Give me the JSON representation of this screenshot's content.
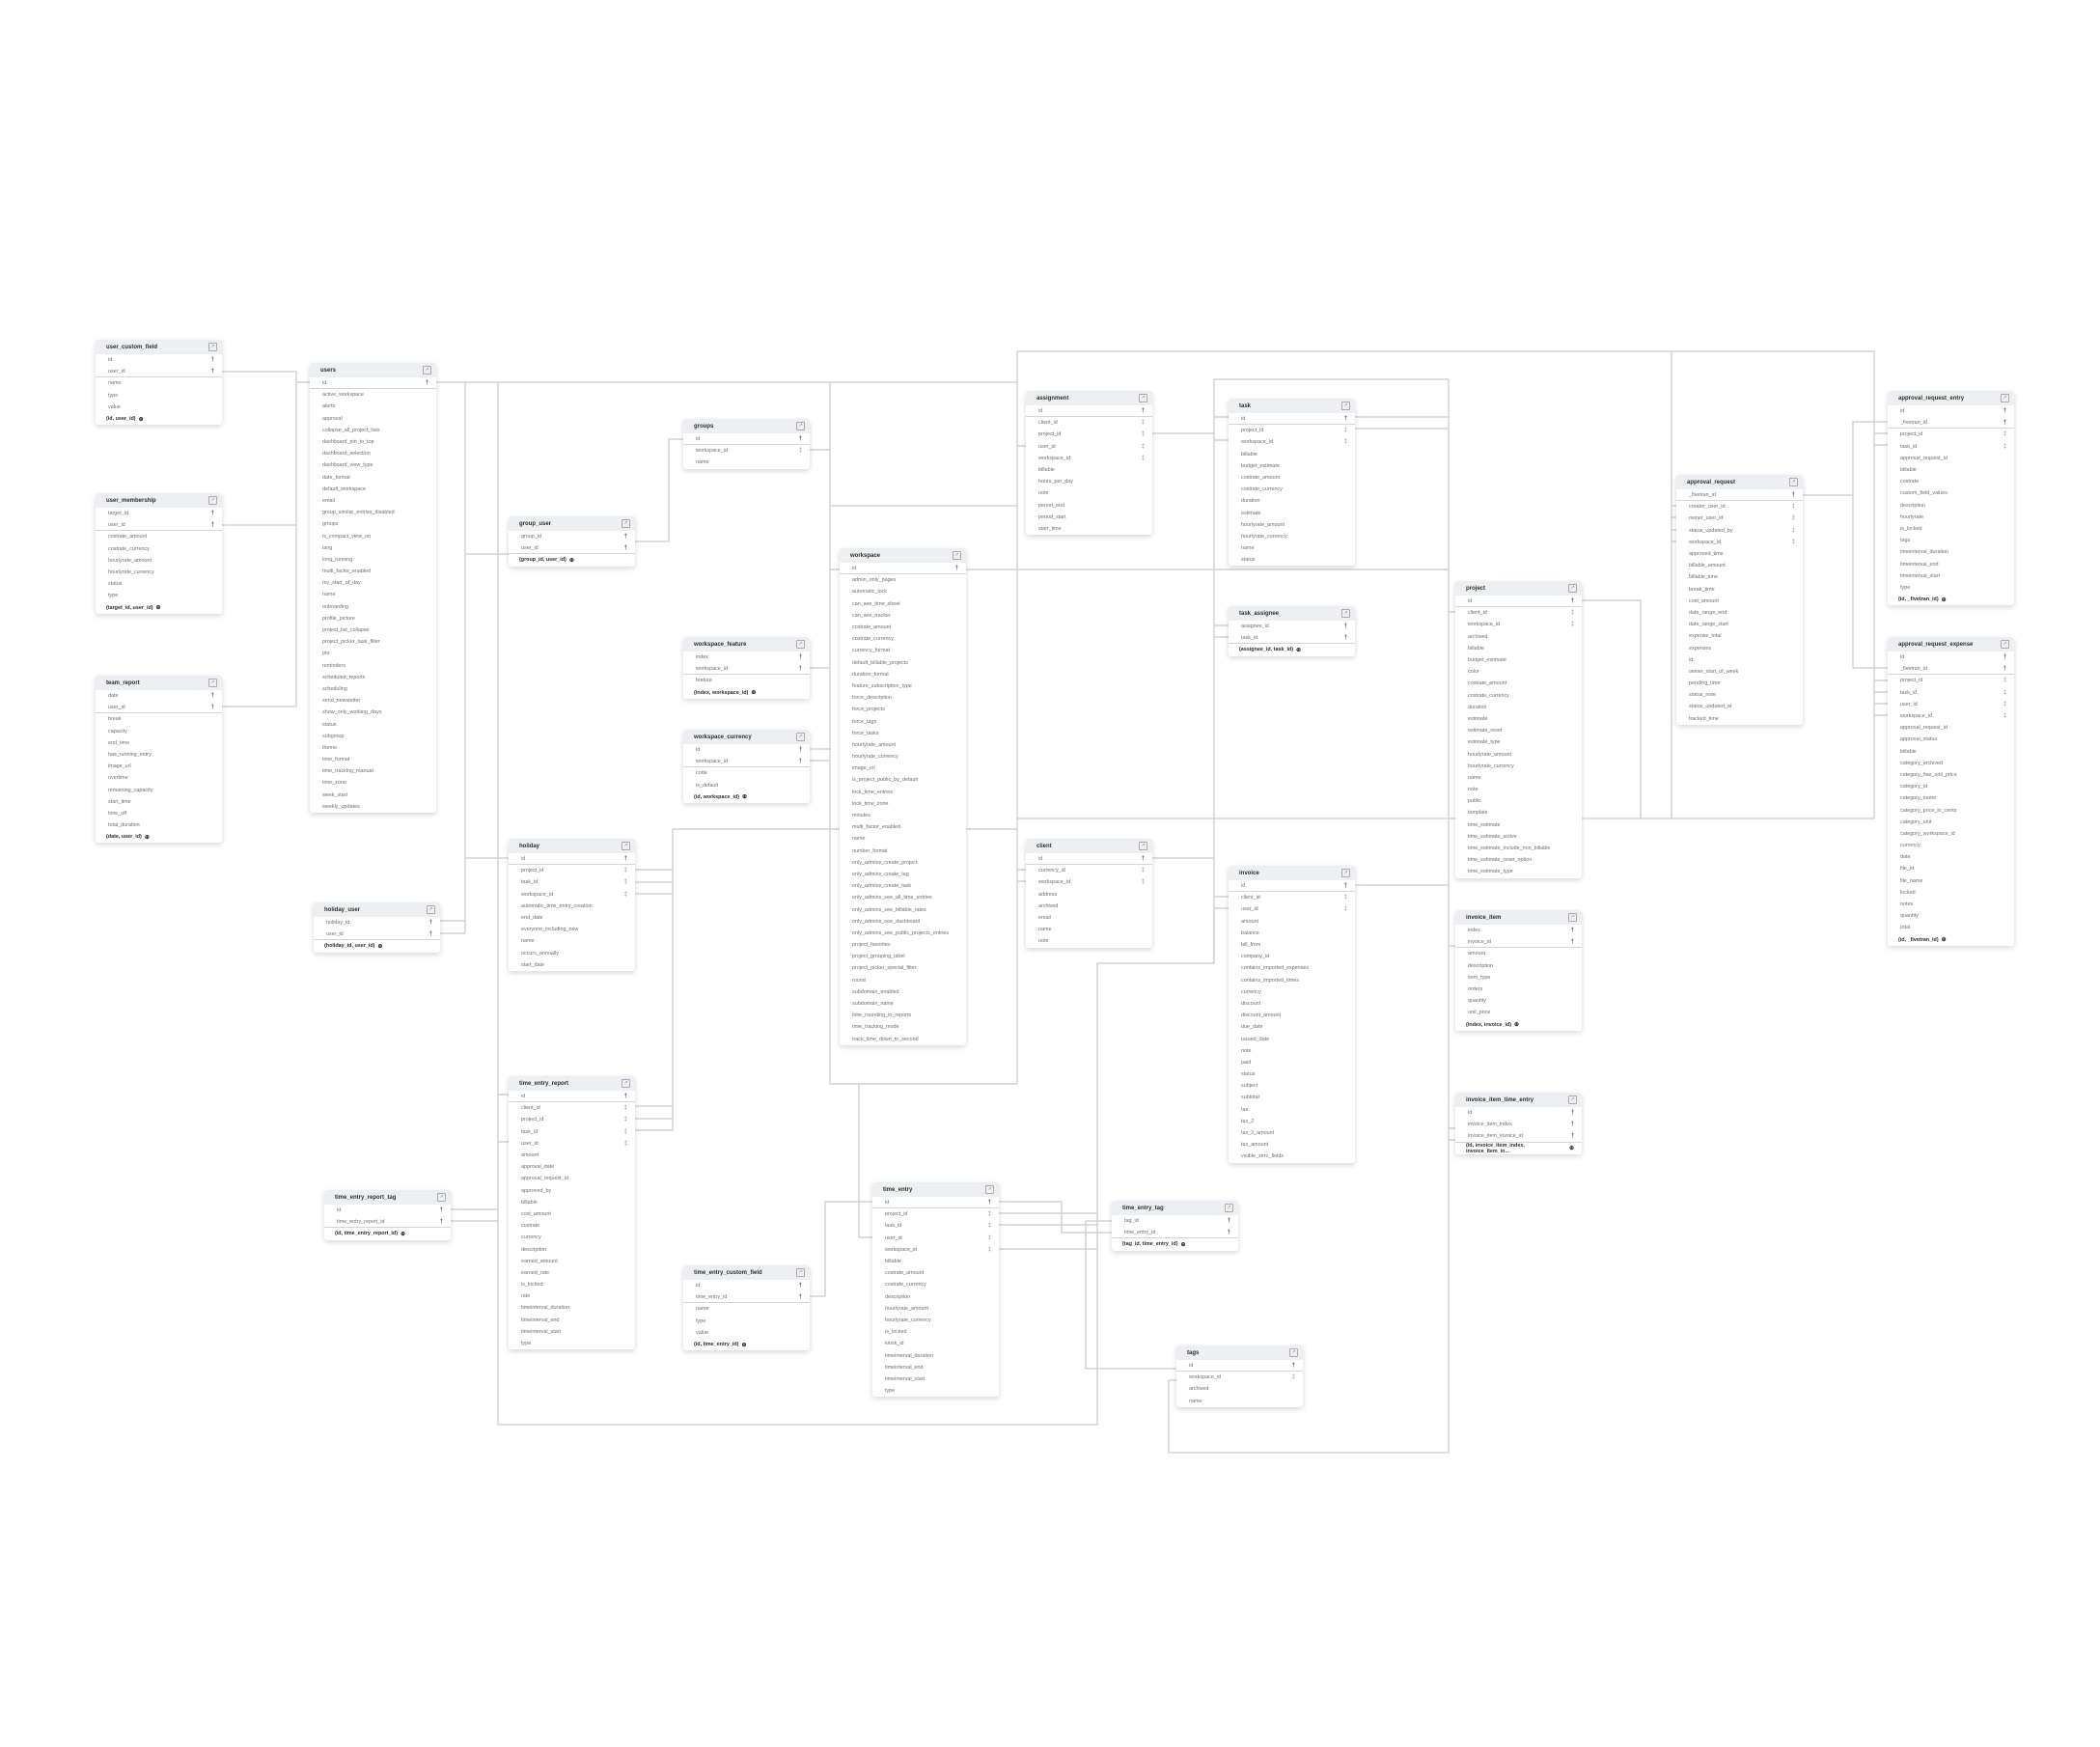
{
  "diagram": {
    "title": "Entity relationship diagram"
  },
  "colors": {
    "header_bg": "#eeeff2",
    "line": "#c9cbd0",
    "text": "#6b6e76"
  },
  "tables": {
    "user_custom_field": {
      "title": "user_custom_field",
      "pk": [
        "id",
        "user_id"
      ],
      "fk": [],
      "cols": [
        "name",
        "type",
        "value"
      ],
      "index": "(id, user_id)"
    },
    "users": {
      "title": "users",
      "pk": [
        "id"
      ],
      "fk": [],
      "cols": [
        "active_workspace",
        "alerts",
        "approval",
        "collapse_all_project_lists",
        "dashboard_pin_to_top",
        "dashboard_selection",
        "dashboard_view_type",
        "date_format",
        "default_workspace",
        "email",
        "group_similar_entries_disabled",
        "groups",
        "is_compact_view_on",
        "lang",
        "long_running",
        "multi_factor_enabled",
        "my_start_of_day",
        "name",
        "onboarding",
        "profile_picture",
        "project_list_collapse",
        "project_picker_task_filter",
        "pto",
        "reminders",
        "scheduled_reports",
        "scheduling",
        "send_newsletter",
        "show_only_working_days",
        "status",
        "subgroup",
        "theme",
        "time_format",
        "time_tracking_manual",
        "time_zone",
        "week_start",
        "weekly_updates"
      ],
      "index": null
    },
    "user_membership": {
      "title": "user_membership",
      "pk": [
        "target_id",
        "user_id"
      ],
      "fk": [],
      "cols": [
        "costrate_amount",
        "costrate_currency",
        "hourlyrate_amount",
        "hourlyrate_currency",
        "status",
        "type"
      ],
      "index": "(target_id, user_id)"
    },
    "team_report": {
      "title": "team_report",
      "pk": [
        "date",
        "user_id"
      ],
      "fk": [],
      "cols": [
        "break",
        "capacity",
        "end_time",
        "has_running_entry",
        "image_url",
        "overtime",
        "remaining_capacity",
        "start_time",
        "time_off",
        "total_duration"
      ],
      "index": "(date, user_id)"
    },
    "holiday_user": {
      "title": "holiday_user",
      "pk": [
        "holiday_id",
        "user_id"
      ],
      "fk": [],
      "cols": [],
      "index": "(holiday_id, user_id)"
    },
    "time_entry_report_tag": {
      "title": "time_entry_report_tag",
      "pk": [
        "id",
        "time_entry_report_id"
      ],
      "fk": [],
      "cols": [],
      "index": "(id, time_entry_report_id)"
    },
    "group_user": {
      "title": "group_user",
      "pk": [
        "group_id",
        "user_id"
      ],
      "fk": [],
      "cols": [],
      "index": "(group_id, user_id)"
    },
    "groups": {
      "title": "groups",
      "pk": [
        "id"
      ],
      "fk": [
        "workspace_id"
      ],
      "cols": [
        "name"
      ],
      "index": null
    },
    "workspace_feature": {
      "title": "workspace_feature",
      "pk": [
        "index",
        "workspace_id"
      ],
      "fk": [],
      "cols": [
        "feature"
      ],
      "index": "(index, workspace_id)"
    },
    "workspace_currency": {
      "title": "workspace_currency",
      "pk": [
        "id",
        "workspace_id"
      ],
      "fk": [],
      "cols": [
        "code",
        "is_default"
      ],
      "index": "(id, workspace_id)"
    },
    "holiday": {
      "title": "holiday",
      "pk": [
        "id"
      ],
      "fk": [
        "project_id",
        "task_id",
        "workspace_id"
      ],
      "cols": [
        "automatic_time_entry_creation",
        "end_date",
        "everyone_including_new",
        "name",
        "occurs_annually",
        "start_date"
      ],
      "index": null
    },
    "workspace": {
      "title": "workspace",
      "pk": [
        "id"
      ],
      "fk": [],
      "cols": [
        "admin_only_pages",
        "automatic_lock",
        "can_see_time_sheet",
        "can_see_tracker",
        "costrate_amount",
        "costrate_currency",
        "currency_format",
        "default_billable_projects",
        "duration_format",
        "feature_subscription_type",
        "force_description",
        "force_projects",
        "force_tags",
        "force_tasks",
        "hourlyrate_amount",
        "hourlyrate_currency",
        "image_url",
        "is_project_public_by_default",
        "lock_time_entries",
        "lock_time_zone",
        "minutes",
        "multi_factor_enabled",
        "name",
        "number_format",
        "only_admins_create_project",
        "only_admins_create_tag",
        "only_admins_create_task",
        "only_admins_see_all_time_entries",
        "only_admins_see_billable_rates",
        "only_admins_see_dashboard",
        "only_admins_see_public_projects_entries",
        "project_favorites",
        "project_grouping_label",
        "project_picker_special_filter",
        "round",
        "subdomain_enabled",
        "subdomain_name",
        "time_rounding_in_reports",
        "time_tracking_mode",
        "track_time_down_to_second"
      ],
      "index": null
    },
    "time_entry_report": {
      "title": "time_entry_report",
      "pk": [
        "id"
      ],
      "fk": [
        "client_id",
        "project_id",
        "task_id",
        "user_id"
      ],
      "cols": [
        "amount",
        "approval_date",
        "approval_request_id",
        "approved_by",
        "billable",
        "cost_amount",
        "costrate",
        "currency",
        "description",
        "earned_amount",
        "earned_rate",
        "is_locked",
        "rate",
        "timeinterval_duration",
        "timeinterval_end",
        "timeinterval_start",
        "type"
      ],
      "index": null
    },
    "time_entry_custom_field": {
      "title": "time_entry_custom_field",
      "pk": [
        "id",
        "time_entry_id"
      ],
      "fk": [],
      "cols": [
        "name",
        "type",
        "value"
      ],
      "index": "(id, time_entry_id)"
    },
    "time_entry": {
      "title": "time_entry",
      "pk": [
        "id"
      ],
      "fk": [
        "project_id",
        "task_id",
        "user_id",
        "workspace_id"
      ],
      "cols": [
        "billable",
        "costrate_amount",
        "costrate_currency",
        "description",
        "hourlyrate_amount",
        "hourlyrate_currency",
        "is_locked",
        "kiosk_id",
        "timeinterval_duration",
        "timeinterval_end",
        "timeinterval_start",
        "type"
      ],
      "index": null
    },
    "assignment": {
      "title": "assignment",
      "pk": [
        "id"
      ],
      "fk": [
        "client_id",
        "project_id",
        "user_id",
        "workspace_id"
      ],
      "cols": [
        "billable",
        "hours_per_day",
        "note",
        "period_end",
        "period_start",
        "start_time"
      ],
      "index": null
    },
    "client": {
      "title": "client",
      "pk": [
        "id"
      ],
      "fk": [
        "currency_id",
        "workspace_id"
      ],
      "cols": [
        "address",
        "archived",
        "email",
        "name",
        "note"
      ],
      "index": null
    },
    "task": {
      "title": "task",
      "pk": [
        "id"
      ],
      "fk": [
        "project_id",
        "workspace_id"
      ],
      "cols": [
        "billable",
        "budget_estimate",
        "costrate_amount",
        "costrate_currency",
        "duration",
        "estimate",
        "hourlyrate_amount",
        "hourlyrate_currency",
        "name",
        "status"
      ],
      "index": null
    },
    "task_assignee": {
      "title": "task_assignee",
      "pk": [
        "assignee_id",
        "task_id"
      ],
      "fk": [],
      "cols": [],
      "index": "(assignee_id, task_id)"
    },
    "invoice": {
      "title": "invoice",
      "pk": [
        "id"
      ],
      "fk": [
        "client_id",
        "user_id"
      ],
      "cols": [
        "amount",
        "balance",
        "bill_from",
        "company_id",
        "contains_imported_expenses",
        "contains_imported_times",
        "currency",
        "discount",
        "discount_amount",
        "due_date",
        "issued_date",
        "note",
        "paid",
        "status",
        "subject",
        "subtotal",
        "tax",
        "tax_2",
        "tax_2_amount",
        "tax_amount",
        "visible_zero_fields"
      ],
      "index": null
    },
    "time_entry_tag": {
      "title": "time_entry_tag",
      "pk": [
        "tag_id",
        "time_entry_id"
      ],
      "fk": [],
      "cols": [],
      "index": "(tag_id, time_entry_id)"
    },
    "tags": {
      "title": "tags",
      "pk": [
        "id"
      ],
      "fk": [
        "workspace_id"
      ],
      "cols": [
        "archived",
        "name"
      ],
      "index": null
    },
    "project": {
      "title": "project",
      "pk": [
        "id"
      ],
      "fk": [
        "client_id",
        "workspace_id"
      ],
      "cols": [
        "archived",
        "billable",
        "budget_estimate",
        "color",
        "costrate_amount",
        "costrate_currency",
        "duration",
        "estimate",
        "estimate_reset",
        "estimate_type",
        "hourlyrate_amount",
        "hourlyrate_currency",
        "name",
        "note",
        "public",
        "template",
        "time_estimate",
        "time_estimate_active",
        "time_estimate_include_non_billable",
        "time_estimate_reset_option",
        "time_estimate_type"
      ],
      "index": null
    },
    "invoice_item": {
      "title": "invoice_item",
      "pk": [
        "index",
        "invoice_id"
      ],
      "fk": [],
      "cols": [
        "amount",
        "description",
        "item_type",
        "orders",
        "quantity",
        "unit_price"
      ],
      "index": "(index, invoice_id)"
    },
    "invoice_item_time_entry": {
      "title": "invoice_item_time_entry",
      "pk": [
        "id",
        "invoice_item_index",
        "invoice_item_invoice_id"
      ],
      "fk": [],
      "cols": [],
      "index": "(id, invoice_item_index, invoice_item_in..."
    },
    "approval_request": {
      "title": "approval_request",
      "pk": [
        "_fivetran_id"
      ],
      "fk": [
        "creator_user_id",
        "owner_user_id",
        "status_updated_by",
        "workspace_id"
      ],
      "cols": [
        "approved_time",
        "billable_amount",
        "billable_time",
        "break_time",
        "cost_amount",
        "date_range_end",
        "date_range_start",
        "expense_total",
        "expenses",
        "id",
        "owner_start_of_week",
        "pending_time",
        "status_note",
        "status_updated_at",
        "tracked_time"
      ],
      "index": null
    },
    "approval_request_entry": {
      "title": "approval_request_entry",
      "pk": [
        "id",
        "_fivetran_id"
      ],
      "fk": [
        "project_id",
        "task_id"
      ],
      "cols": [
        "approval_request_id",
        "billable",
        "costrate",
        "custom_field_values",
        "description",
        "hourlyrate",
        "is_locked",
        "tags",
        "timeinterval_duration",
        "timeinterval_end",
        "timeinterval_start",
        "type"
      ],
      "index": "(id, _fivetran_id)"
    },
    "approval_request_expense": {
      "title": "approval_request_expense",
      "pk": [
        "id",
        "_fivetran_id"
      ],
      "fk": [
        "project_id",
        "task_id",
        "user_id",
        "workspace_id"
      ],
      "cols": [
        "approval_request_id",
        "approval_status",
        "billable",
        "category_archived",
        "category_has_unit_price",
        "category_id",
        "category_name",
        "category_price_in_cents",
        "category_unit",
        "category_workspace_id",
        "currency",
        "date",
        "file_id",
        "file_name",
        "locked",
        "notes",
        "quantity",
        "total"
      ],
      "index": "(id, _fivetran_id)"
    }
  }
}
